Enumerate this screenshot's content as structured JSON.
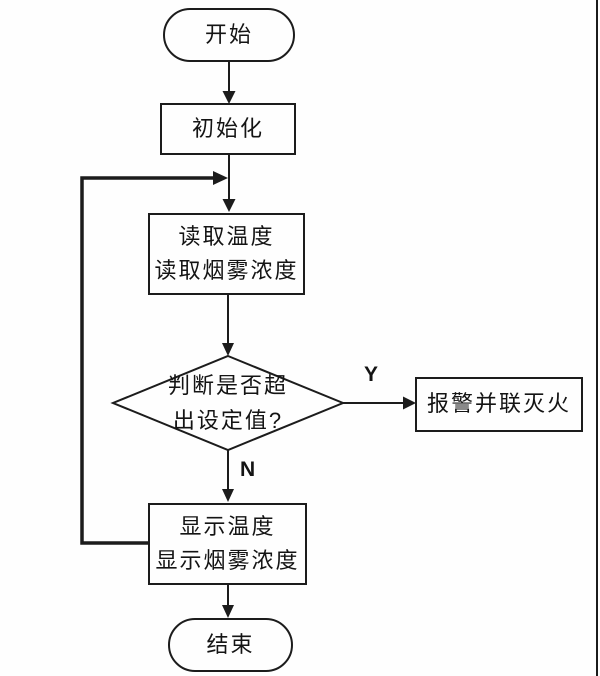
{
  "diagram": {
    "type": "flowchart",
    "colors": {
      "ink": "#1c1c1c",
      "background": "#fefefe"
    },
    "nodes": {
      "start": {
        "shape": "terminator",
        "label": "开始"
      },
      "init": {
        "shape": "process",
        "label": "初始化"
      },
      "read": {
        "shape": "process",
        "label": "读取温度\n读取烟雾浓度"
      },
      "decision": {
        "shape": "diamond",
        "label": "判断是否超\n出设定值?"
      },
      "alarm": {
        "shape": "process",
        "label": "报警并联灭火"
      },
      "display": {
        "shape": "process",
        "label": "显示温度\n显示烟雾浓度"
      },
      "end": {
        "shape": "terminator",
        "label": "结束"
      }
    },
    "branch_labels": {
      "yes": "Y",
      "no": "N"
    },
    "edges": [
      {
        "from": "start",
        "to": "init"
      },
      {
        "from": "init",
        "to": "read"
      },
      {
        "from": "read",
        "to": "decision"
      },
      {
        "from": "decision",
        "to": "alarm",
        "label": "Y"
      },
      {
        "from": "decision",
        "to": "display",
        "label": "N"
      },
      {
        "from": "display",
        "to": "read",
        "label": "loop-back"
      },
      {
        "from": "display",
        "to": "end"
      }
    ]
  }
}
